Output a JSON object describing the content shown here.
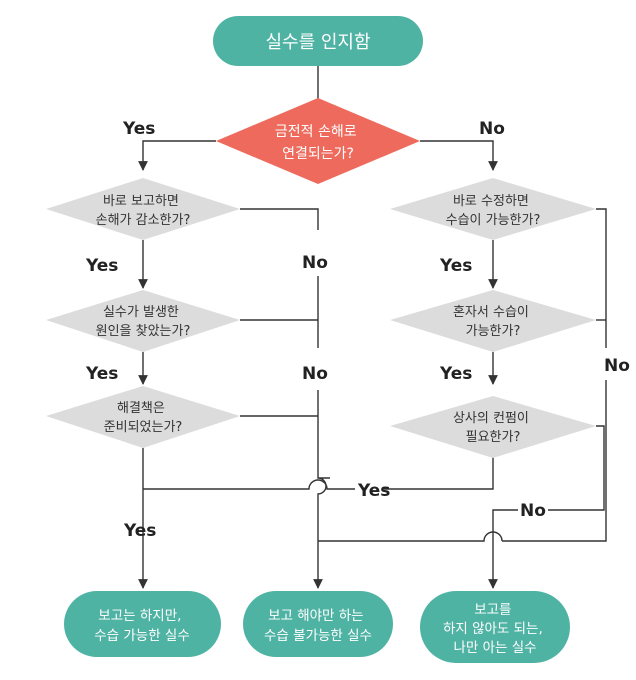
{
  "colors": {
    "terminal": "#4fb3a4",
    "start_decision": "#ee6a5c",
    "decision": "#dcdcdc",
    "line": "#333333",
    "text": "#333333",
    "white_text": "#ffffff"
  },
  "nodes": {
    "start": "실수를 인지함",
    "main_q": [
      "금전적 손해로",
      "연결되는가?"
    ],
    "l1": [
      "바로 보고하면",
      "손해가 감소한가?"
    ],
    "l2": [
      "실수가 발생한",
      "원인을 찾았는가?"
    ],
    "l3": [
      "해결책은",
      "준비되었는가?"
    ],
    "r1": [
      "바로 수정하면",
      "수습이 가능한가?"
    ],
    "r2": [
      "혼자서 수습이",
      "가능한가?"
    ],
    "r3": [
      "상사의 컨펌이",
      "필요한가?"
    ],
    "out1": [
      "보고는 하지만,",
      "수습 가능한 실수"
    ],
    "out2": [
      "보고 해야만 하는",
      "수습 불가능한 실수"
    ],
    "out3": [
      "보고를",
      "하지 않아도 되는,",
      "나만 아는 실수"
    ]
  },
  "labels": {
    "main_yes": "Yes",
    "main_no": "No",
    "l1_yes": "Yes",
    "l2_yes": "Yes",
    "l3_yes": "Yes",
    "left_no_1": "No",
    "left_no_2": "No",
    "r1_yes": "Yes",
    "r2_yes": "Yes",
    "r3_yes": "Yes",
    "right_no_1": "No",
    "right_no_2": "No"
  }
}
